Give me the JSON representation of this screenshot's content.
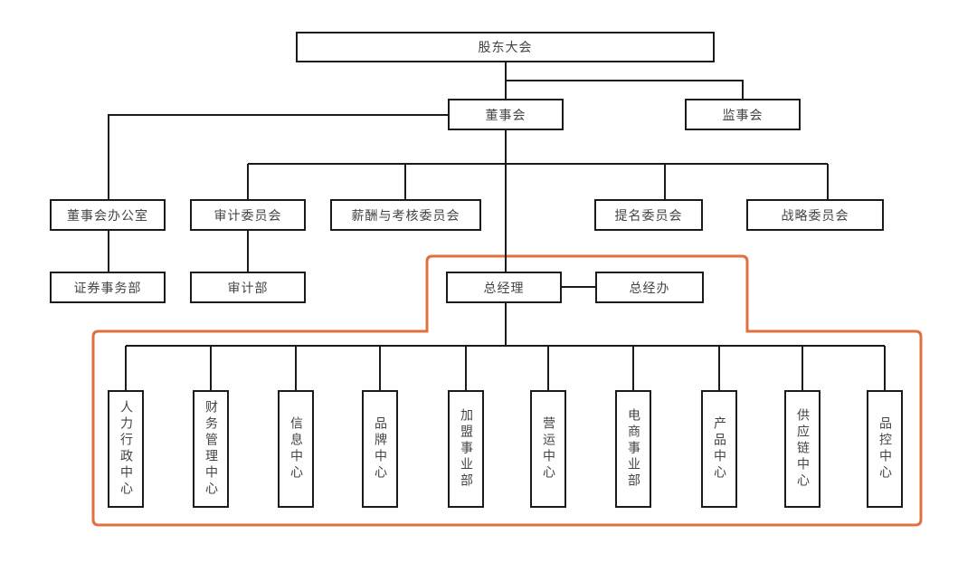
{
  "diagram": {
    "type": "org-chart",
    "highlight_color": "#e0703f",
    "line_color": "#1a1a1a",
    "nodes": {
      "shareholders_meeting": "股东大会",
      "board": "董事会",
      "supervisory_board": "监事会",
      "board_office": "董事会办公室",
      "audit_committee": "审计委员会",
      "compensation_committee": "薪酬与考核委员会",
      "nomination_committee": "提名委员会",
      "strategy_committee": "战略委员会",
      "securities_affairs_dept": "证券事务部",
      "audit_dept": "审计部",
      "general_manager": "总经理",
      "gm_office": "总经办"
    },
    "departments": [
      "人力行政中心",
      "财务管理中心",
      "信息中心",
      "品牌中心",
      "加盟事业部",
      "营运中心",
      "电商事业部",
      "产品中心",
      "供应链中心",
      "品控中心"
    ],
    "edges": [
      [
        "股东大会",
        "董事会"
      ],
      [
        "股东大会",
        "监事会"
      ],
      [
        "董事会",
        "董事会办公室"
      ],
      [
        "董事会",
        "审计委员会"
      ],
      [
        "董事会",
        "薪酬与考核委员会"
      ],
      [
        "董事会",
        "提名委员会"
      ],
      [
        "董事会",
        "战略委员会"
      ],
      [
        "董事会办公室",
        "证券事务部"
      ],
      [
        "审计委员会",
        "审计部"
      ],
      [
        "董事会",
        "总经理"
      ],
      [
        "总经理",
        "总经办"
      ],
      [
        "总经理",
        "人力行政中心"
      ],
      [
        "总经理",
        "财务管理中心"
      ],
      [
        "总经理",
        "信息中心"
      ],
      [
        "总经理",
        "品牌中心"
      ],
      [
        "总经理",
        "加盟事业部"
      ],
      [
        "总经理",
        "营运中心"
      ],
      [
        "总经理",
        "电商事业部"
      ],
      [
        "总经理",
        "产品中心"
      ],
      [
        "总经理",
        "供应链中心"
      ],
      [
        "总经理",
        "品控中心"
      ]
    ]
  }
}
